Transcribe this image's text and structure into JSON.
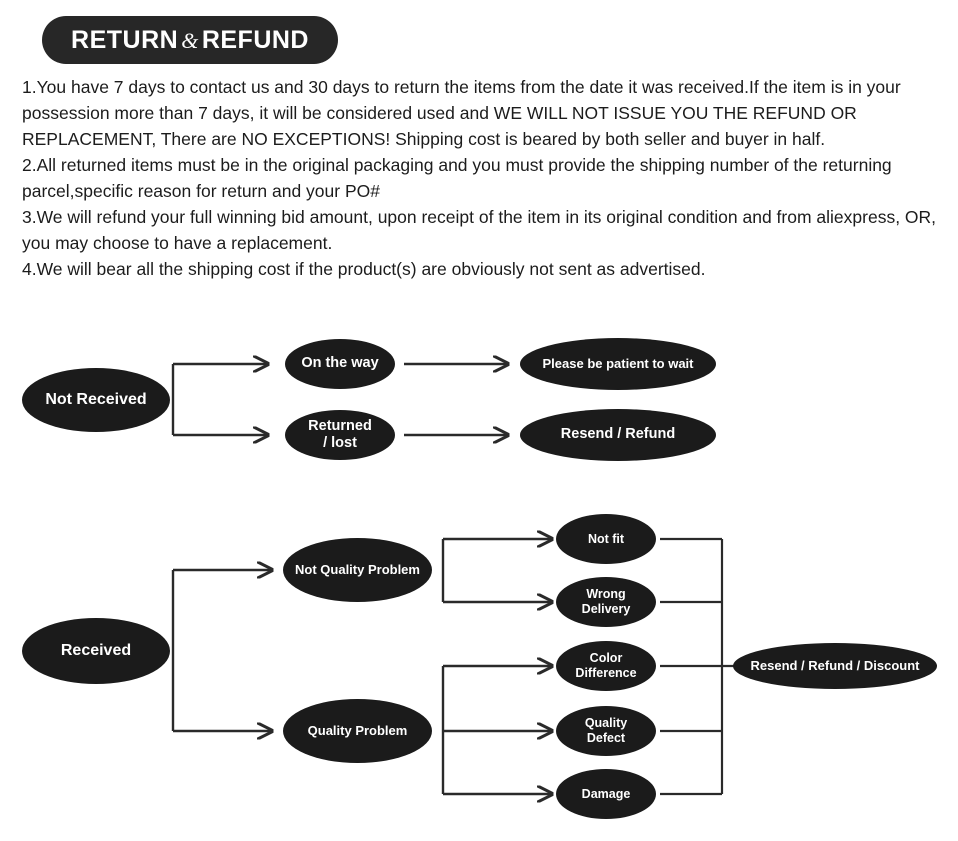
{
  "header": {
    "title_main_1": "RETURN",
    "title_amp": "&",
    "title_main_2": "REFUND"
  },
  "policy": {
    "items": [
      "1.You have 7 days to contact us and 30 days to return the items from the date it was received.If the item is in your possession more than 7 days, it will be considered used and WE WILL NOT ISSUE YOU THE REFUND OR REPLACEMENT, There are NO EXCEPTIONS! Shipping cost is beared by both seller and buyer in half.",
      "2.All returned items must be in the original packaging and you must provide the shipping number of the returning parcel,specific reason for return and your PO#",
      "3.We will refund your full winning bid amount, upon receipt of the item in its original condition and from aliexpress, OR, you may choose to have a replacement.",
      "4.We will bear all the shipping cost if the product(s) are obviously not sent as advertised."
    ]
  },
  "flow_not_received": {
    "root": "Not Received",
    "branch_a": "On the way",
    "branch_b": "Returned\n/  lost",
    "outcome_a": "Please be patient to wait",
    "outcome_b": "Resend / Refund"
  },
  "flow_received": {
    "root": "Received",
    "branch_a": "Not Quality Problem",
    "branch_b": "Quality Problem",
    "reason_1": "Not fit",
    "reason_2": "Wrong\nDelivery",
    "reason_3": "Color\nDifference",
    "reason_4": "Quality\nDefect",
    "reason_5": "Damage",
    "outcome": "Resend / Refund / Discount"
  },
  "colors": {
    "node_fill": "#1b1b1b",
    "node_text": "#ffffff",
    "connector": "#2a2a2a",
    "background": "#ffffff"
  }
}
